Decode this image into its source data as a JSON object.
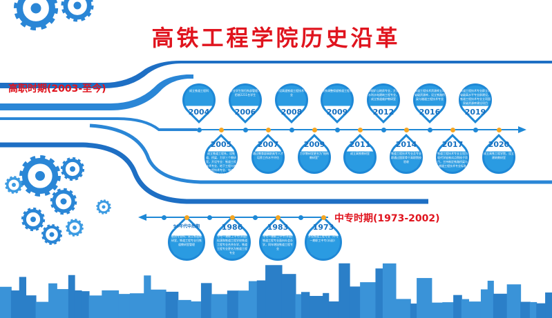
{
  "title": "高铁工程学院历史沿革",
  "colors": {
    "title": "#e0141e",
    "blue": "#1e88d6",
    "orange": "#f5a623"
  },
  "periods": {
    "higher_vocational": "高职时期(2003-至今)",
    "secondary": "中专时期(1973-2002)"
  },
  "upper_top": [
    {
      "year": "2004",
      "text": "成立铁道工程科"
    },
    {
      "year": "2006",
      "text": "专业学生划归系部管理，招收2211名学生"
    },
    {
      "year": "2008",
      "text": "开设高速铁道工程技术专业"
    },
    {
      "year": "2009",
      "text": "院系调整保留铁道工程系"
    },
    {
      "year": "2012",
      "text": "申报矿山地质专业，开设水利水电建筑工程专业，成立铁道维护教研室"
    },
    {
      "year": "2016",
      "text": "铁道工程技术资源库立项省级资源库，设立铁路桥梁与隧道工程技术专业"
    },
    {
      "year": "2019",
      "text": "铁道工程技术专业群立项省级高水平专业群建设，铁道工程技术专业立项国家级资源库建设项目"
    }
  ],
  "upper_bottom": [
    {
      "year": "2005",
      "text": "成立铁道工程系，设铁道、桥梁、力学三个教研室，开设专业：铁道工程技术专业、地下工程与隧道工程技术专业、城市轨道交通工程技术专业"
    },
    {
      "year": "2007",
      "text": "通过教育部高职高专人才培养工作水平评估"
    },
    {
      "year": "2009",
      "text": "力学教研室更名为“结构教研室”"
    },
    {
      "year": "2011",
      "text": "成立高铁教研室"
    },
    {
      "year": "2014",
      "text": "铁道工程技术专业及专业群通过国家骨干高职院校验收"
    },
    {
      "year": "2017",
      "text": "铁道工程技术专业立项为现代学徒制试点院校子项目，主持制定铁路桥梁与隧道工程技术专业标准"
    },
    {
      "year": "2020",
      "text": "成立高铁工程学院，设立建筑教研室"
    }
  ],
  "lower": [
    {
      "year": "90年代中后期",
      "text": "取消专业科，成立铁道教研室，铁道工程专业归铁道教研室管理"
    },
    {
      "year": "1986",
      "text": "中专一期职工中专(半退)松漠和铁道工程学校铁道工程专业合并办学，铁道工程专业更名为铁道工程专业"
    },
    {
      "year": "1983",
      "text": "中专一期职工中专(半退)铁道工程专业面向社会办学，同年增加铁道工程专业"
    },
    {
      "year": "1973",
      "text": "开设铁道工程专业（中专一期职工中专(半退)）"
    }
  ]
}
